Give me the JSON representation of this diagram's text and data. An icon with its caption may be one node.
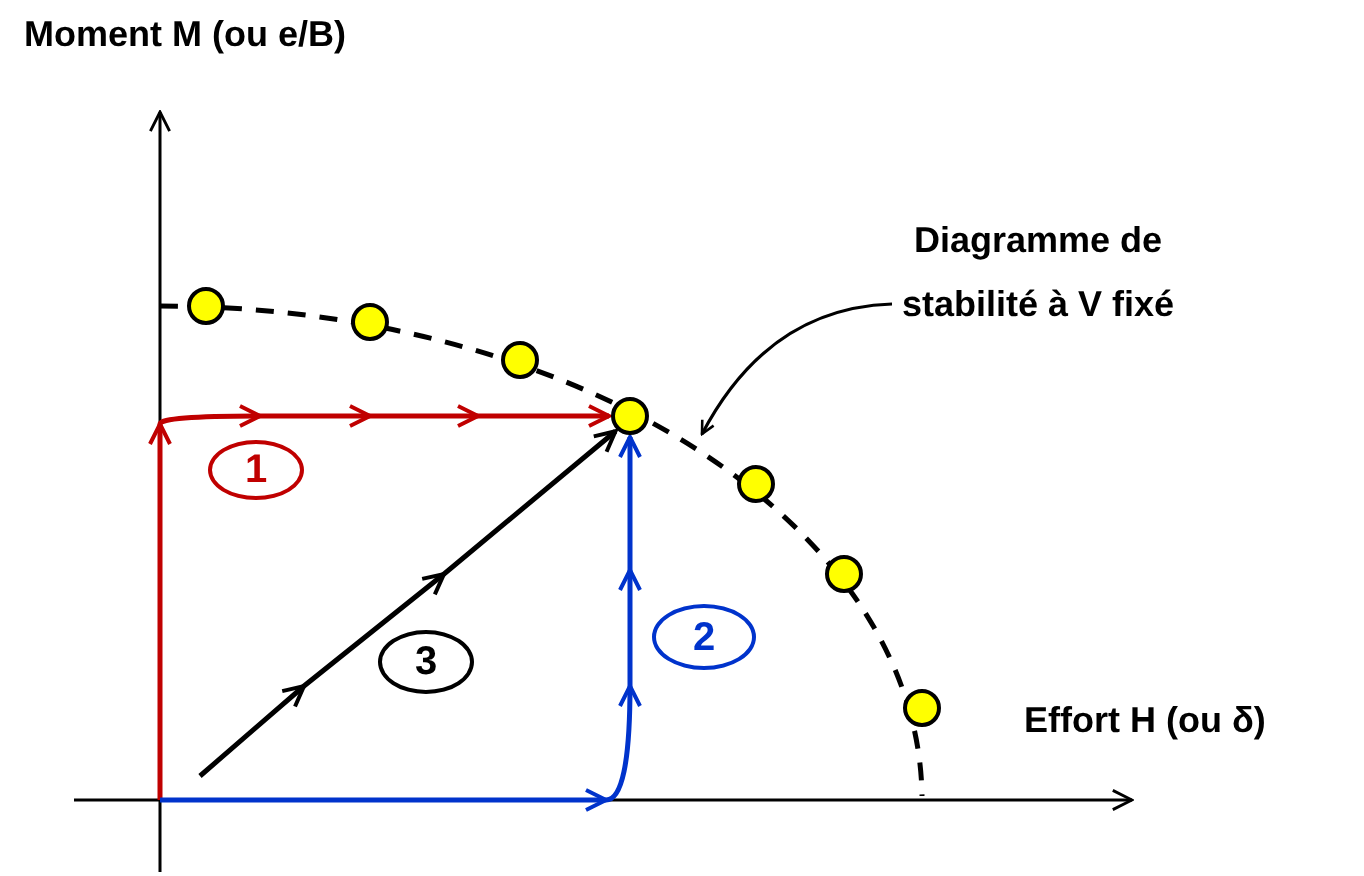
{
  "diagram": {
    "nodes": [
      {
        "text": [
          "Diagramme de stabilité à V fixé"
        ]
      },
      {
        "text": [],
        "shape": "circle"
      },
      {
        "text": [],
        "shape": "circle"
      },
      {
        "text": [],
        "shape": "circle"
      },
      {
        "text": [],
        "shape": "circle"
      },
      {
        "text": [],
        "shape": "circle"
      },
      {
        "text": [],
        "shape": "circle"
      },
      {
        "text": [],
        "shape": "circle"
      },
      {
        "text": [
          "1"
        ]
      },
      {
        "text": [
          "3"
        ]
      },
      {
        "text": [
          "2"
        ]
      }
    ],
    "edges": [
      {
        "from": 0,
        "to": null,
        "arrow": "to"
      },
      {
        "from": null,
        "to": 4,
        "arrow": "to",
        "color": "#c00000"
      },
      {
        "from": null,
        "to": 4,
        "arrow": "to",
        "color": "#0033cc"
      },
      {
        "from": null,
        "to": 4,
        "arrow": "to"
      }
    ],
    "labels": [
      "Moment M (ou e/B)",
      "Effort H (ou δ)"
    ]
  }
}
